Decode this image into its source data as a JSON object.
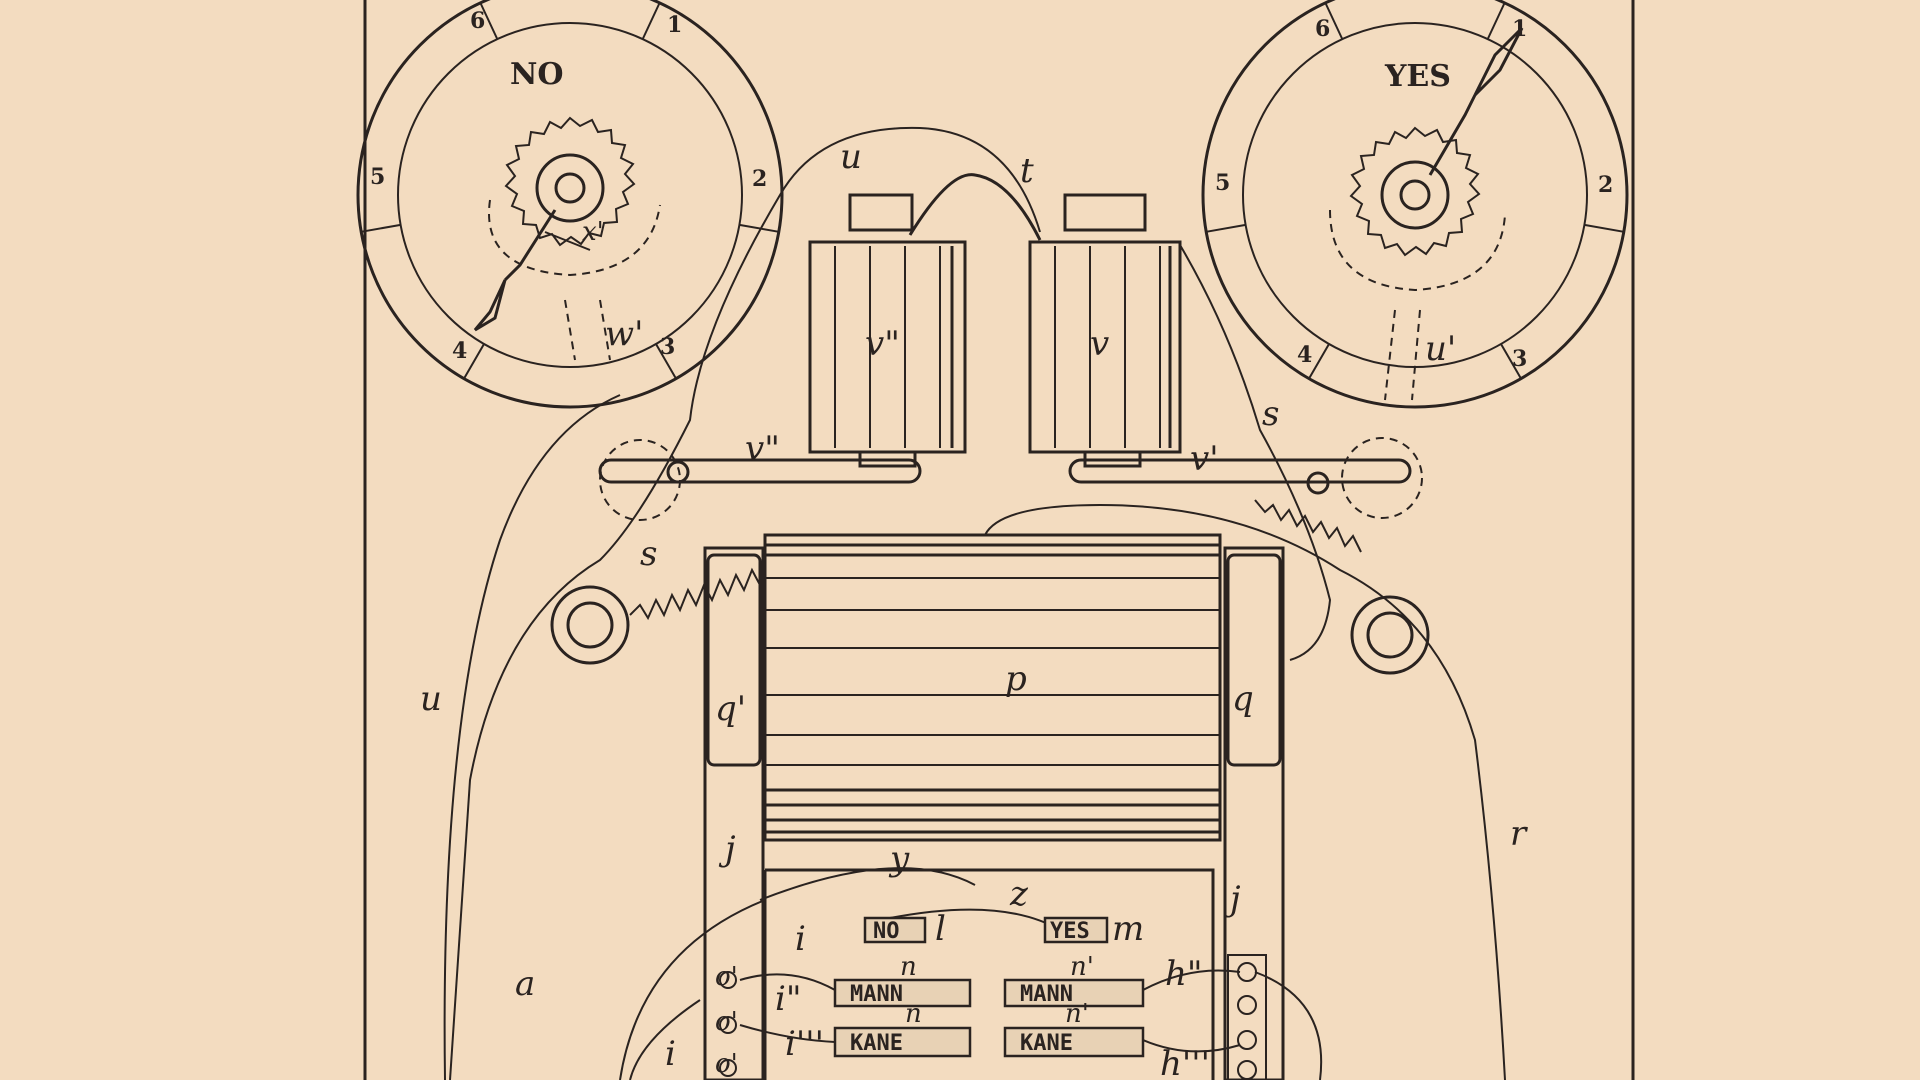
{
  "dials": {
    "left": {
      "word": "NO",
      "numbers": [
        "6",
        "1",
        "2",
        "3",
        "4",
        "5"
      ],
      "label": "w'"
    },
    "right": {
      "word": "YES",
      "numbers": [
        "6",
        "1",
        "2",
        "3",
        "4",
        "5"
      ],
      "label": "u'"
    }
  },
  "labels": {
    "u_top": "u",
    "t": "t",
    "v2": "v\"",
    "v": "v",
    "v2_lever": "v\"",
    "v1_lever": "v'",
    "s_right": "s",
    "s_left": "s",
    "p": "p",
    "q1": "q'",
    "q": "q",
    "u_left": "u",
    "r": "r",
    "j_left": "j",
    "j_right": "j",
    "y": "y",
    "z": "z",
    "l": "l",
    "m": "m",
    "i": "i",
    "i2": "i\"",
    "i3": "i'''",
    "i_low": "i",
    "n1": "n",
    "n2": "n'",
    "n3": "n",
    "n4": "n'",
    "a": "a",
    "o1": "o'",
    "o2": "o'",
    "o3": "o'",
    "h2": "h\"",
    "h3": "h'''",
    "x1": "x'"
  },
  "plates": {
    "no": "NO",
    "yes": "YES",
    "mann_left": "MANN",
    "mann_right": "MANN",
    "kane_left": "KANE",
    "kane_right": "KANE"
  }
}
